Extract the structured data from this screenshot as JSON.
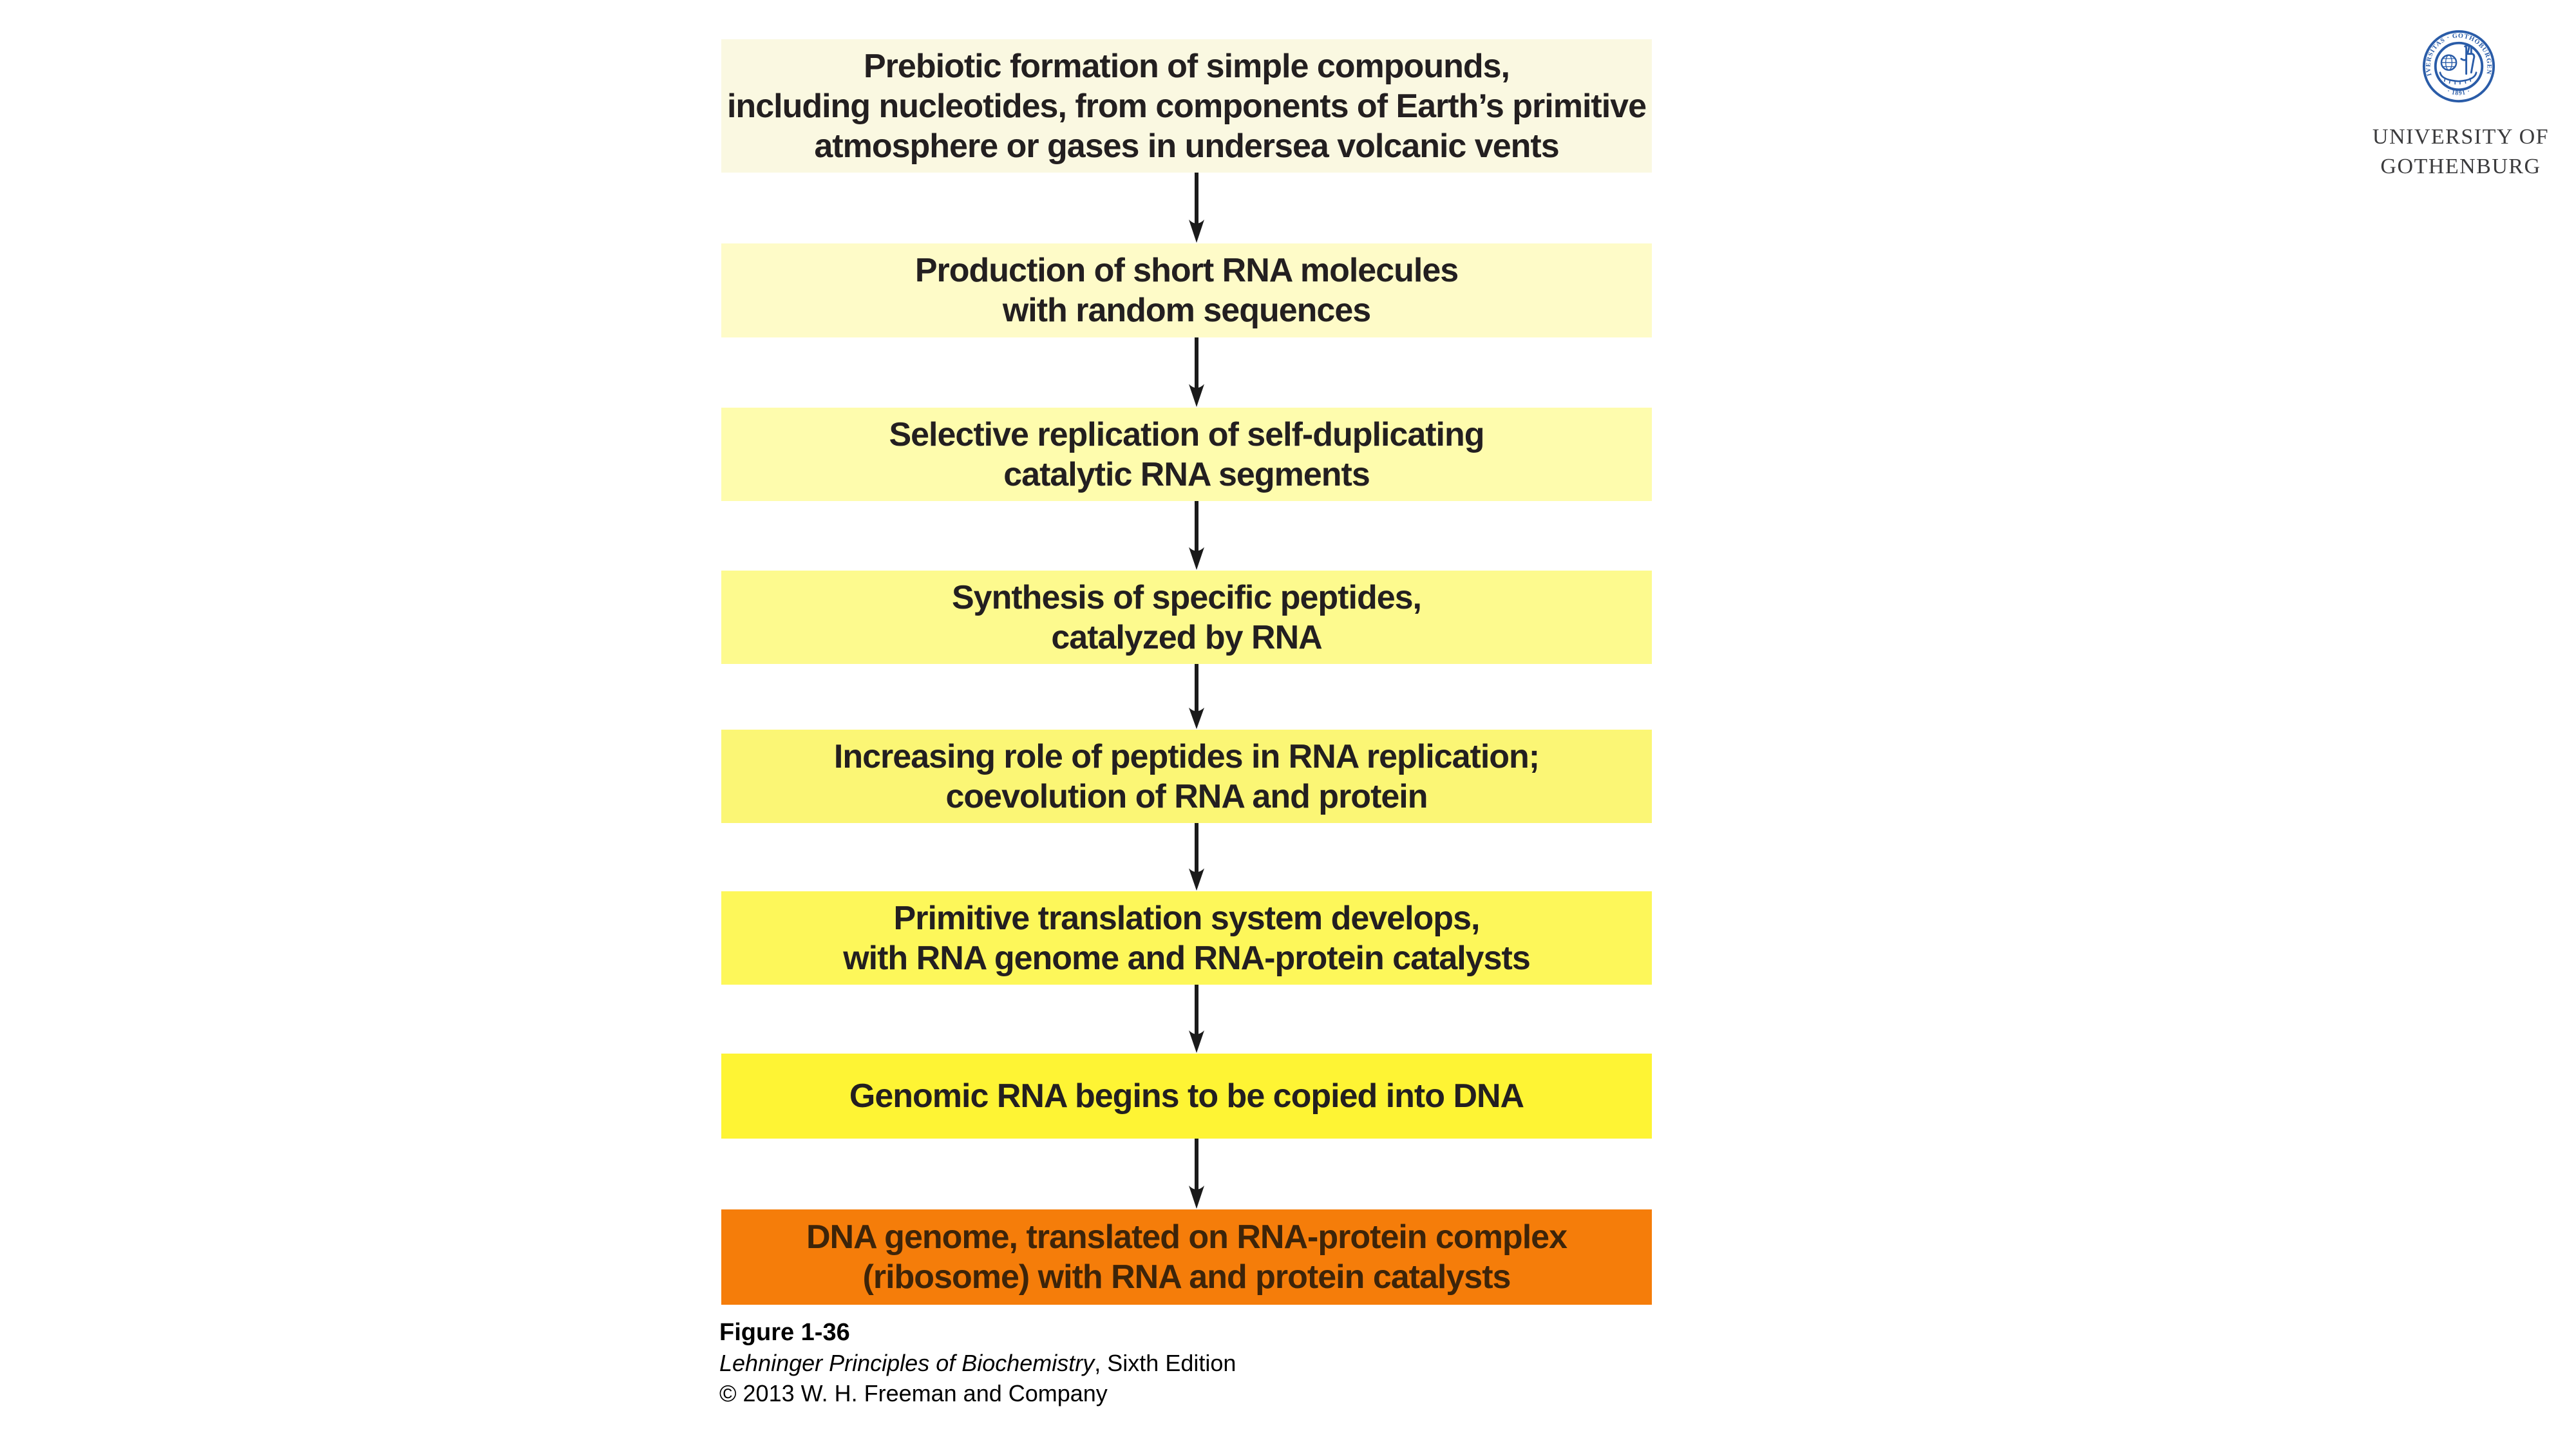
{
  "slide": {
    "background": "#ffffff"
  },
  "flowchart": {
    "arrow_color": "#1a1a1a",
    "text_color": "#231f20",
    "steps": [
      {
        "color": "#faf8e1",
        "lines": [
          "Prebiotic formation of simple compounds,",
          "including nucleotides, from components of Earth’s primitive",
          "atmosphere or gases in undersea volcanic vents"
        ]
      },
      {
        "color": "#fefbc8",
        "lines": [
          "Production of short RNA molecules",
          "with random sequences"
        ]
      },
      {
        "color": "#fefcad",
        "lines": [
          "Selective replication of self-duplicating",
          "catalytic RNA segments"
        ]
      },
      {
        "color": "#fdfa8e",
        "lines": [
          "Synthesis of specific peptides,",
          "catalyzed by RNA"
        ]
      },
      {
        "color": "#fbf675",
        "lines": [
          "Increasing role of peptides in RNA replication;",
          "coevolution of RNA and protein"
        ]
      },
      {
        "color": "#fdf75a",
        "lines": [
          "Primitive translation system develops,",
          "with RNA genome and RNA-protein catalysts"
        ]
      },
      {
        "color": "#fef434",
        "lines": [
          "Genomic RNA begins to be copied into DNA"
        ]
      },
      {
        "color": "#f57d0a",
        "text_color": "#3d2409",
        "lines": [
          "DNA genome, translated on RNA-protein complex",
          "(ribosome) with RNA and protein catalysts"
        ]
      }
    ]
  },
  "caption": {
    "figure_label": "Figure 1-36",
    "book_title": "Lehninger Principles of Biochemistry",
    "edition": ", Sixth Edition",
    "copyright": "© 2013 W. H. Freeman and Company"
  },
  "logo": {
    "institution_line1": "UNIVERSITY OF",
    "institution_line2": "GOTHENBURG",
    "seal_ring_text": "UNIVERSITAS · GOTHOBURGENSIS",
    "seal_year_text": "· 1891 ·",
    "seal_color": "#2a5ca8",
    "wordmark_color": "#3b3b3d"
  }
}
